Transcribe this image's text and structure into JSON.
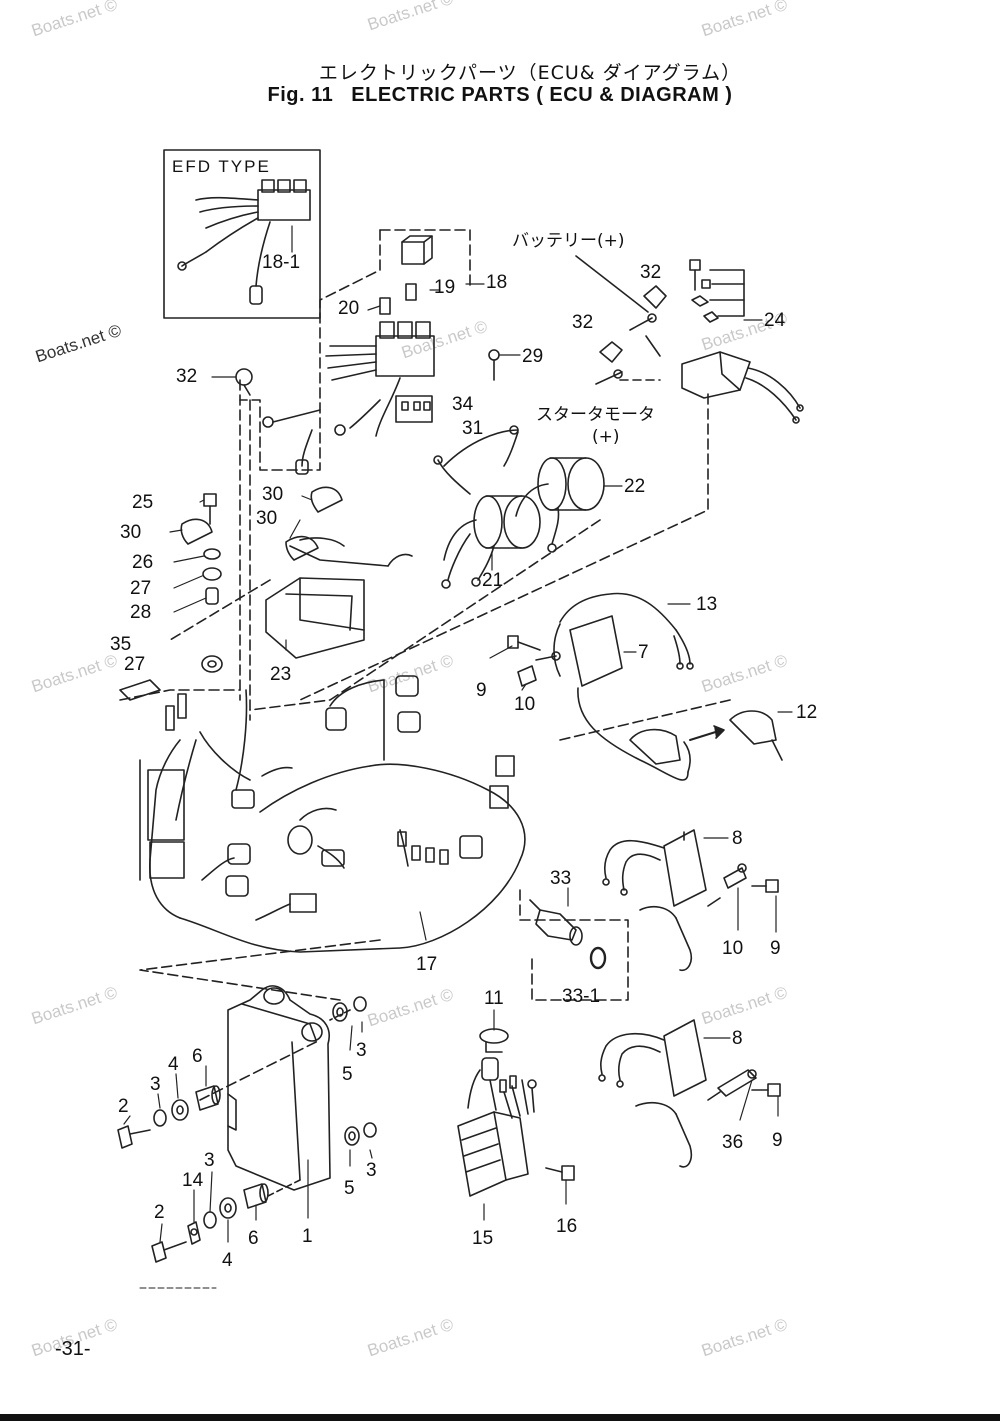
{
  "title": {
    "japanese": "エレクトリックパーツ（ECU& ダイアグラム）",
    "figure": "Fig. 11",
    "english": "ELECTRIC PARTS ( ECU & DIAGRAM )"
  },
  "watermark_text": "Boats.net ©",
  "inset_label": "EFD TYPE",
  "annotations": {
    "battery": "バッテリー(+)",
    "starter_motor": "スタータモータ",
    "starter_plus": "(+)"
  },
  "part_labels": [
    {
      "id": "p18-1",
      "text": "18-1"
    },
    {
      "id": "p19",
      "text": "19"
    },
    {
      "id": "p18",
      "text": "18"
    },
    {
      "id": "p20",
      "text": "20"
    },
    {
      "id": "p32a",
      "text": "32"
    },
    {
      "id": "p32b",
      "text": "32"
    },
    {
      "id": "p32c",
      "text": "32"
    },
    {
      "id": "p29",
      "text": "29"
    },
    {
      "id": "p24",
      "text": "24"
    },
    {
      "id": "p34",
      "text": "34"
    },
    {
      "id": "p31",
      "text": "31"
    },
    {
      "id": "p22",
      "text": "22"
    },
    {
      "id": "p25",
      "text": "25"
    },
    {
      "id": "p30a",
      "text": "30"
    },
    {
      "id": "p30b",
      "text": "30"
    },
    {
      "id": "p30c",
      "text": "30"
    },
    {
      "id": "p26",
      "text": "26"
    },
    {
      "id": "p27",
      "text": "27"
    },
    {
      "id": "p28",
      "text": "28"
    },
    {
      "id": "p21",
      "text": "21"
    },
    {
      "id": "p23",
      "text": "23"
    },
    {
      "id": "p35",
      "text": "35"
    },
    {
      "id": "p27b",
      "text": "27"
    },
    {
      "id": "p13",
      "text": "13"
    },
    {
      "id": "p7",
      "text": "7"
    },
    {
      "id": "p9a",
      "text": "9"
    },
    {
      "id": "p10a",
      "text": "10"
    },
    {
      "id": "p12",
      "text": "12"
    },
    {
      "id": "p8a",
      "text": "8"
    },
    {
      "id": "p33",
      "text": "33"
    },
    {
      "id": "p10b",
      "text": "10"
    },
    {
      "id": "p9b",
      "text": "9"
    },
    {
      "id": "p17",
      "text": "17"
    },
    {
      "id": "p33-1",
      "text": "33-1"
    },
    {
      "id": "p11",
      "text": "11"
    },
    {
      "id": "p8b",
      "text": "8"
    },
    {
      "id": "p36",
      "text": "36"
    },
    {
      "id": "p9c",
      "text": "9"
    },
    {
      "id": "p6a",
      "text": "6"
    },
    {
      "id": "p5a",
      "text": "5"
    },
    {
      "id": "p3a",
      "text": "3"
    },
    {
      "id": "p4a",
      "text": "4"
    },
    {
      "id": "p3b",
      "text": "3"
    },
    {
      "id": "p2a",
      "text": "2"
    },
    {
      "id": "p5b",
      "text": "5"
    },
    {
      "id": "p3c",
      "text": "3"
    },
    {
      "id": "p3d",
      "text": "3"
    },
    {
      "id": "p14",
      "text": "14"
    },
    {
      "id": "p2b",
      "text": "2"
    },
    {
      "id": "p6b",
      "text": "6"
    },
    {
      "id": "p4b",
      "text": "4"
    },
    {
      "id": "p1",
      "text": "1"
    },
    {
      "id": "p15",
      "text": "15"
    },
    {
      "id": "p16",
      "text": "16"
    }
  ],
  "page_number": "-31-"
}
